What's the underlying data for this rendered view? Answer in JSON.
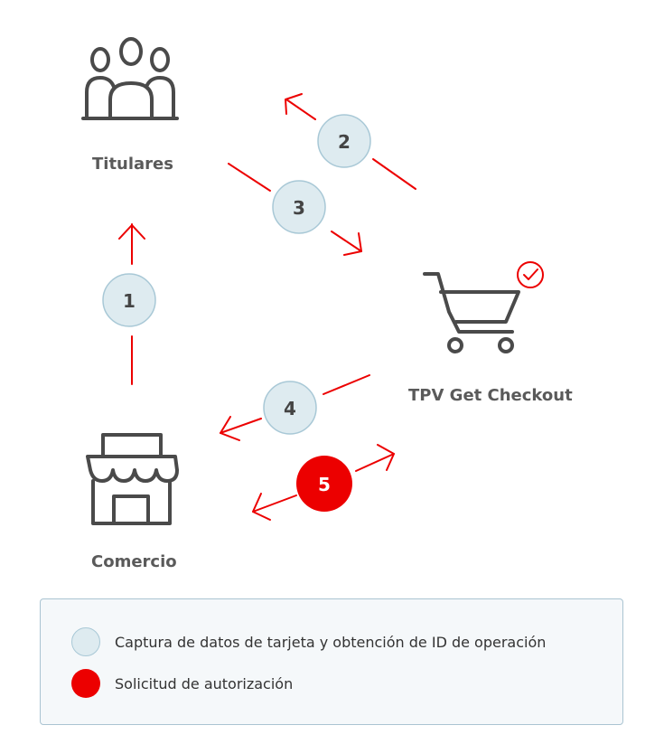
{
  "nodes": {
    "titulares": "Titulares",
    "tpv": "TPV Get Checkout",
    "comercio": "Comercio"
  },
  "steps": [
    "1",
    "2",
    "3",
    "4",
    "5"
  ],
  "legend": {
    "capture": "Captura de datos de tarjeta y obtención de ID de operación",
    "auth": "Solicitud de autorización"
  },
  "colors": {
    "arrow": "#ec0000",
    "step_fill": "#deebf0",
    "step_stroke": "#a8c8d6",
    "auth_fill": "#ec0000",
    "icon": "#4a4a4a"
  },
  "icons": [
    "people-icon",
    "shopping-cart-icon",
    "check-circle-icon",
    "store-icon"
  ]
}
